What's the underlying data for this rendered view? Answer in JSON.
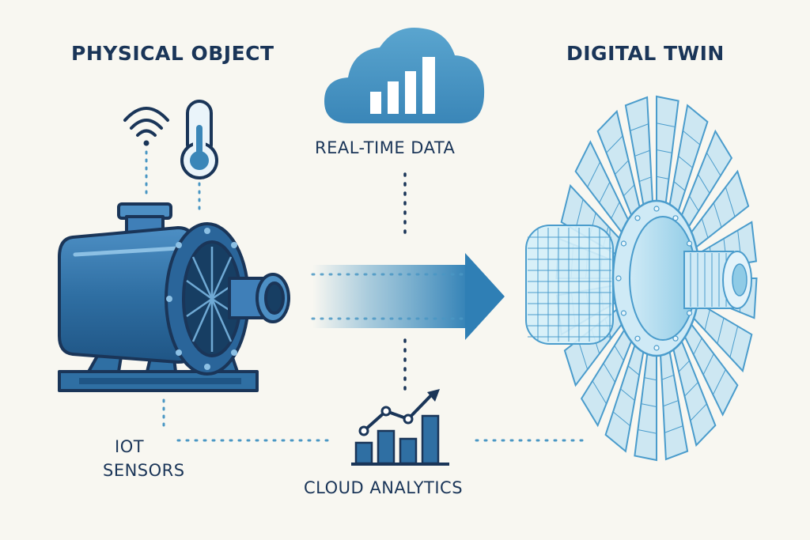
{
  "labels": {
    "physical_object": "PHYSICAL OBJECT",
    "digital_twin": "DIGITAL TWIN",
    "real_time_data": "REAL-TIME DATA",
    "iot_line1": "IOT",
    "iot_line2": "SENSORS",
    "cloud_analytics": "CLOUD ANALYTICS"
  },
  "icons": {
    "physical": "pump-icon",
    "wifi": "wifi-icon",
    "thermometer": "thermometer-icon",
    "cloud": "cloud-chart-icon",
    "arrow": "flow-arrow-icon",
    "analytics": "analytics-chart-icon",
    "twin": "turbine-wireframe-icon"
  },
  "colors": {
    "background": "#f8f7f1",
    "navy": "#1a3558",
    "primary_blue": "#2f6fa3",
    "light_blue": "#4a97c4",
    "wire_blue": "#8fcbe6"
  }
}
